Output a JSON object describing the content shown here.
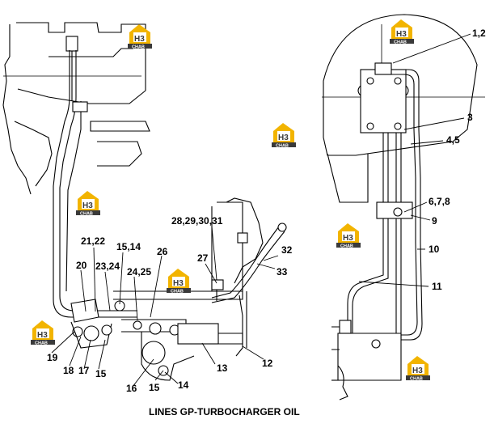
{
  "title": "LINES GP-TURBOCHARGER OIL",
  "watermark": {
    "main": "H3",
    "sub": "CHAB",
    "colors": {
      "accent": "#f2b400",
      "dark": "#3a3a3a"
    }
  },
  "callouts": {
    "c1_2": "1,2",
    "c3": "3",
    "c4_5": "4,5",
    "c6_7_8": "6,7,8",
    "c9": "9",
    "c10": "10",
    "c11": "11",
    "c12": "12",
    "c13": "13",
    "c14": "14",
    "c15a": "15",
    "c15b": "15",
    "c15_14": "15,14",
    "c16": "16",
    "c17": "17",
    "c18": "18",
    "c19": "19",
    "c20": "20",
    "c21_22": "21,22",
    "c23_24": "23,24",
    "c24_25": "24,25",
    "c26": "26",
    "c27": "27",
    "c28_31": "28,29,30,31",
    "c32": "32",
    "c33": "33"
  }
}
